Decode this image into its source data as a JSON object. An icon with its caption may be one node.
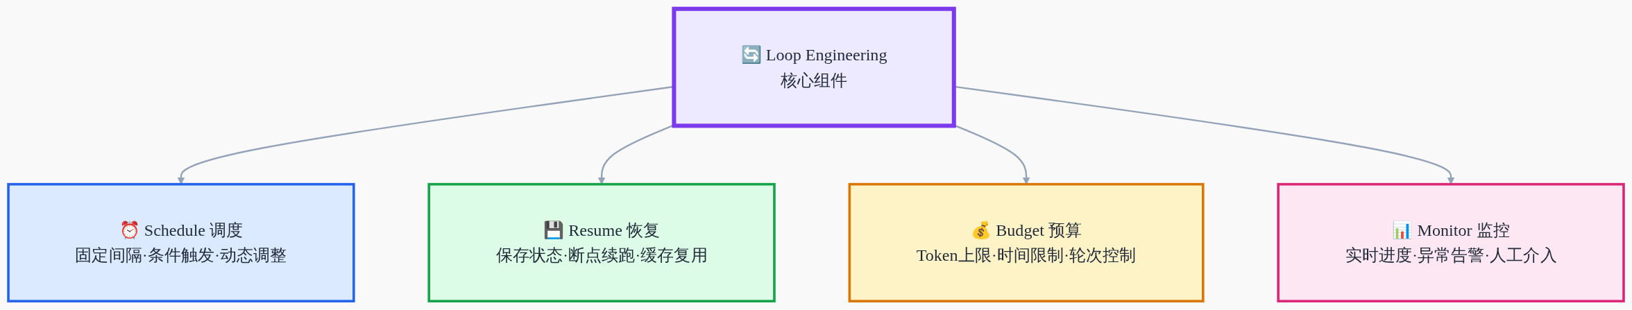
{
  "diagram": {
    "nodes": [
      {
        "text": [
          "🔄 Loop Engineering",
          "核心组件"
        ]
      },
      {
        "text": [
          "⏰ Schedule 调度",
          "固定间隔·条件触发·动态调整"
        ]
      },
      {
        "text": [
          "💾 Resume 恢复",
          "保存状态·断点续跑·缓存复用"
        ]
      },
      {
        "text": [
          "💰 Budget 预算",
          "Token上限·时间限制·轮次控制"
        ]
      },
      {
        "text": [
          "📊 Monitor 监控",
          "实时进度·异常告警·人工介入"
        ]
      }
    ],
    "edges": [
      {
        "from": 0,
        "to": 1,
        "arrow": "to"
      },
      {
        "from": 0,
        "to": 2,
        "arrow": "to"
      },
      {
        "from": 0,
        "to": 3,
        "arrow": "to"
      },
      {
        "from": 0,
        "to": 4,
        "arrow": "to"
      }
    ]
  }
}
